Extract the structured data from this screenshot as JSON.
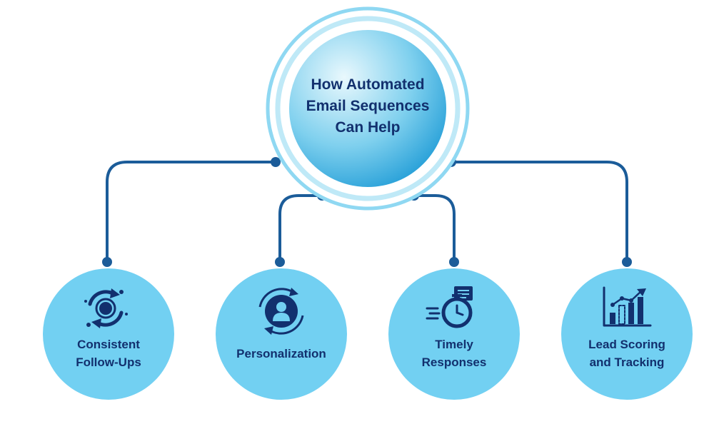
{
  "center": {
    "title_lines": [
      "How Automated",
      "Email Sequences",
      "Can Help"
    ]
  },
  "nodes": [
    {
      "id": "consistent-follow-ups",
      "label_lines": [
        "Consistent",
        "Follow-Ups"
      ],
      "icon": "refresh-target-icon"
    },
    {
      "id": "personalization",
      "label_lines": [
        "Personalization"
      ],
      "icon": "user-cycle-icon"
    },
    {
      "id": "timely-responses",
      "label_lines": [
        "Timely",
        "Responses"
      ],
      "icon": "stopwatch-message-icon"
    },
    {
      "id": "lead-scoring",
      "label_lines": [
        "Lead Scoring",
        "and Tracking"
      ],
      "icon": "growth-chart-icon"
    }
  ],
  "colors": {
    "connector": "#1b5c99",
    "node_fill": "#72d0f2",
    "icon": "#12306e",
    "text": "#12306e",
    "ring_outer": "#8fd8f2",
    "ring_inner": "#bfe9f7"
  }
}
